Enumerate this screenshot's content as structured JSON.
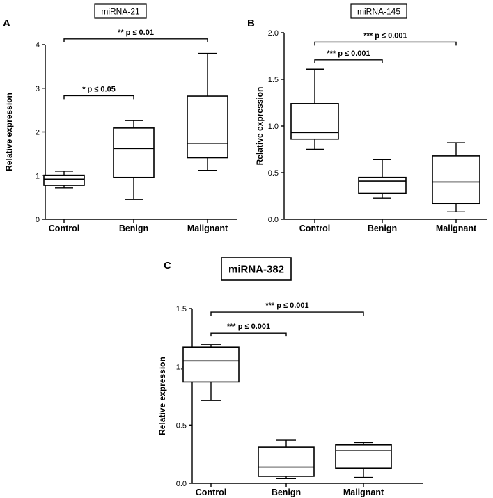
{
  "chart_data": [
    {
      "panel": "A",
      "type": "box",
      "title": "miRNA-21",
      "ylabel": "Relative expression",
      "ylim": [
        0,
        4
      ],
      "yticks": [
        "0",
        "1",
        "2",
        "3",
        "4"
      ],
      "categories": [
        "Control",
        "Benign",
        "Malignant"
      ],
      "boxes": [
        {
          "min": 0.72,
          "q1": 0.78,
          "median": 0.92,
          "q3": 1.01,
          "max": 1.1
        },
        {
          "min": 0.46,
          "q1": 0.96,
          "median": 1.62,
          "q3": 2.09,
          "max": 2.26
        },
        {
          "min": 1.12,
          "q1": 1.41,
          "median": 1.74,
          "q3": 2.82,
          "max": 3.8
        }
      ],
      "annotations": [
        {
          "text": "* p  ≤ 0.05",
          "from": 0,
          "to": 1,
          "y": 2.83
        },
        {
          "text": "** p  ≤ 0.01",
          "from": 0,
          "to": 2,
          "y": 4.13
        }
      ]
    },
    {
      "panel": "B",
      "type": "box",
      "title": "miRNA-145",
      "ylabel": "Relative expression",
      "ylim": [
        0,
        2.0
      ],
      "yticks": [
        "0.0",
        "0.5",
        "1.0",
        "1.5",
        "2.0"
      ],
      "categories": [
        "Control",
        "Benign",
        "Malignant"
      ],
      "boxes": [
        {
          "min": 0.75,
          "q1": 0.86,
          "median": 0.93,
          "q3": 1.24,
          "max": 1.61
        },
        {
          "min": 0.23,
          "q1": 0.28,
          "median": 0.41,
          "q3": 0.45,
          "max": 0.64
        },
        {
          "min": 0.08,
          "q1": 0.17,
          "median": 0.4,
          "q3": 0.68,
          "max": 0.82
        }
      ],
      "annotations": [
        {
          "text": "*** p  ≤ 0.001",
          "from": 0,
          "to": 1,
          "y": 1.71
        },
        {
          "text": "*** p  ≤ 0.001",
          "from": 0,
          "to": 2,
          "y": 1.9
        }
      ]
    },
    {
      "panel": "C",
      "type": "box",
      "title": "miRNA-382",
      "ylabel": "Relative expression",
      "ylim": [
        0,
        1.5
      ],
      "yticks": [
        "0.0",
        "0.5",
        "1.0",
        "1.5"
      ],
      "categories": [
        "Control",
        "Benign",
        "Malignant"
      ],
      "boxes": [
        {
          "min": 0.71,
          "q1": 0.87,
          "median": 1.05,
          "q3": 1.17,
          "max": 1.19
        },
        {
          "min": 0.04,
          "q1": 0.06,
          "median": 0.14,
          "q3": 0.31,
          "max": 0.37
        },
        {
          "min": 0.05,
          "q1": 0.13,
          "median": 0.28,
          "q3": 0.33,
          "max": 0.35
        }
      ],
      "annotations": [
        {
          "text": "*** p  ≤ 0.001",
          "from": 0,
          "to": 1,
          "y": 1.29
        },
        {
          "text": "*** p  ≤ 0.001",
          "from": 0,
          "to": 2,
          "y": 1.47
        }
      ]
    }
  ]
}
